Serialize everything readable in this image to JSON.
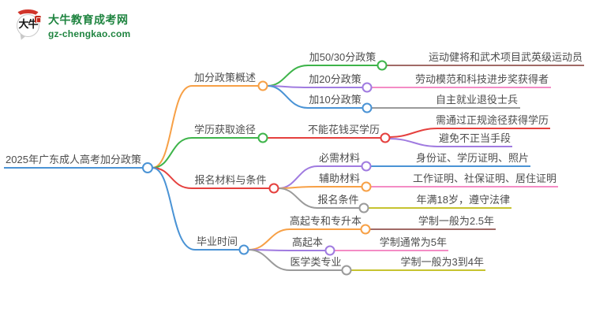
{
  "logo": {
    "title": "大牛教育成考网",
    "subtitle": "gz-chengkao.com",
    "icon_text": "大牛",
    "brand_color": "#1f8440",
    "seal_color": "#c32a1d"
  },
  "palette": {
    "blue": "#4a93d5",
    "orange": "#f7a046",
    "green": "#3eb44a",
    "red": "#e5403e",
    "purple": "#a07be0",
    "pink": "#f48cc5",
    "gray": "#9a9a9a",
    "brown": "#a16a66",
    "olive": "#c6c32f",
    "text": "#4d4d4d"
  },
  "mindmap": {
    "root": {
      "label": "2025年广东成人高考加分政策",
      "color": "blue"
    },
    "branches": [
      {
        "label": "加分政策概述",
        "color": "orange",
        "children": [
          {
            "label": "加50/30分政策",
            "color": "green",
            "children": [
              {
                "label": "运动健将和武术项目武英级运动员",
                "color": "brown"
              }
            ]
          },
          {
            "label": "加20分政策",
            "color": "purple",
            "children": [
              {
                "label": "劳动模范和科技进步奖获得者",
                "color": "pink"
              }
            ]
          },
          {
            "label": "加10分政策",
            "color": "blue",
            "children": [
              {
                "label": "自主就业退役士兵",
                "color": "gray"
              }
            ]
          }
        ]
      },
      {
        "label": "学历获取途径",
        "color": "green",
        "children": [
          {
            "label": "不能花钱买学历",
            "color": "red",
            "children": [
              {
                "label": "需通过正规途径获得学历",
                "color": "red"
              },
              {
                "label": "避免不正当手段",
                "color": "purple"
              }
            ]
          }
        ]
      },
      {
        "label": "报名材料与条件",
        "color": "red",
        "children": [
          {
            "label": "必需材料",
            "color": "purple",
            "children": [
              {
                "label": "身份证、学历证明、照片",
                "color": "blue"
              }
            ]
          },
          {
            "label": "辅助材料",
            "color": "orange",
            "children": [
              {
                "label": "工作证明、社保证明、居住证明",
                "color": "pink"
              }
            ]
          },
          {
            "label": "报名条件",
            "color": "gray",
            "children": [
              {
                "label": "年满18岁，遵守法律",
                "color": "olive"
              }
            ]
          }
        ]
      },
      {
        "label": "毕业时间",
        "color": "blue",
        "children": [
          {
            "label": "高起专和专升本",
            "color": "orange",
            "children": [
              {
                "label": "学制一般为2.5年",
                "color": "brown"
              }
            ]
          },
          {
            "label": "高起本",
            "color": "purple",
            "children": [
              {
                "label": "学制通常为5年",
                "color": "pink"
              }
            ]
          },
          {
            "label": "医学类专业",
            "color": "gray",
            "children": [
              {
                "label": "学制一般为3到4年",
                "color": "olive"
              }
            ]
          }
        ]
      }
    ]
  }
}
